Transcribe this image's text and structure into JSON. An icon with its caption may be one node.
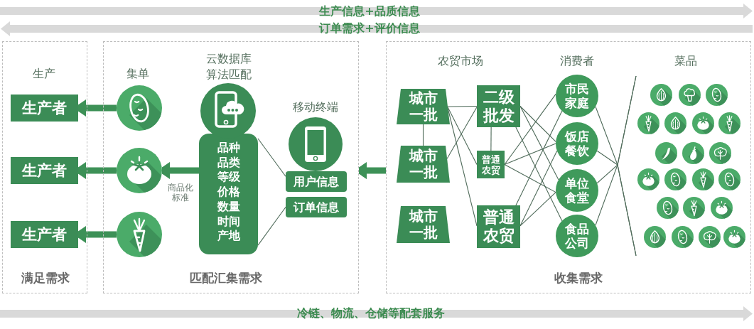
{
  "diagram": {
    "nodes": [
      {
        "text": [
          "满足需求"
        ]
      },
      {
        "text": [
          "生产者"
        ],
        "in": 0
      },
      {
        "text": [
          "生产者"
        ],
        "in": 0
      },
      {
        "text": [
          "生产者"
        ],
        "in": 0
      },
      {
        "text": [
          "匹配汇集需求"
        ]
      },
      {
        "text": [],
        "shape": "picture",
        "in": 4
      },
      {
        "text": [],
        "shape": "picture",
        "in": 4
      },
      {
        "text": [],
        "shape": "picture",
        "in": 4
      },
      {
        "text": [
          "云数据库算法匹配",
          "品种",
          "品类",
          "等级",
          "价格",
          "数量",
          "时间",
          "产地"
        ],
        "in": 4
      },
      {
        "text": [
          "移动终端"
        ],
        "in": 4
      },
      {
        "text": [
          "用户信息"
        ],
        "in": 4
      },
      {
        "text": [
          "订单信息"
        ],
        "in": 4
      },
      {
        "text": [
          "收集需求"
        ]
      },
      {
        "text": [
          "城市一批"
        ],
        "in": 12
      },
      {
        "text": [
          "城市一批"
        ],
        "in": 12
      },
      {
        "text": [
          "城市一批"
        ],
        "in": 12
      },
      {
        "text": [
          "二级批发"
        ],
        "in": 12
      },
      {
        "text": [
          "普通农贸"
        ],
        "in": 12
      },
      {
        "text": [
          "普通农贸"
        ],
        "in": 12
      },
      {
        "text": [
          "市民家庭"
        ],
        "in": 12
      },
      {
        "text": [
          "饭店餐饮"
        ],
        "in": 12
      },
      {
        "text": [
          "单位食堂"
        ],
        "in": 12
      },
      {
        "text": [
          "食品公司"
        ],
        "in": 12
      },
      {
        "text": [
          "菜品"
        ],
        "in": 12
      }
    ],
    "edges": [
      {
        "from": 5,
        "to": 1,
        "arrow": "to",
        "style": "thick",
        "color": "#3d9157"
      },
      {
        "from": 6,
        "to": 2,
        "arrow": "to",
        "style": "thick",
        "color": "#3d9157"
      },
      {
        "from": 7,
        "to": 3,
        "arrow": "to",
        "style": "thick",
        "color": "#3d9157"
      },
      {
        "from": 8,
        "to": 6,
        "arrow": "to",
        "style": "thick",
        "color": "#3d9157",
        "label": "商品化标准"
      },
      {
        "from": 8,
        "to": 10,
        "arrow": "none"
      },
      {
        "from": 8,
        "to": 11,
        "arrow": "none"
      },
      {
        "from": 12,
        "to": 4,
        "arrow": "to",
        "style": "thick",
        "color": "#3d9157"
      },
      {
        "from": 13,
        "to": 14,
        "arrow": "none"
      },
      {
        "from": 13,
        "to": 16,
        "arrow": "none"
      },
      {
        "from": 13,
        "to": 17,
        "arrow": "none"
      },
      {
        "from": 13,
        "to": 18,
        "arrow": "none"
      },
      {
        "from": 14,
        "to": 16,
        "arrow": "none"
      },
      {
        "from": 16,
        "to": 17,
        "arrow": "none"
      },
      {
        "from": 16,
        "to": 20,
        "arrow": "none"
      },
      {
        "from": 16,
        "to": 21,
        "arrow": "none"
      },
      {
        "from": 16,
        "to": 22,
        "arrow": "none"
      },
      {
        "from": 17,
        "to": 19,
        "arrow": "none"
      },
      {
        "from": 17,
        "to": 20,
        "arrow": "none"
      },
      {
        "from": 17,
        "to": 21,
        "arrow": "none"
      },
      {
        "from": 18,
        "to": 19,
        "arrow": "none"
      },
      {
        "from": 18,
        "to": 20,
        "arrow": "none"
      },
      {
        "from": 18,
        "to": 21,
        "arrow": "none"
      },
      {
        "from": 19,
        "to": 23,
        "arrow": "none"
      },
      {
        "from": 20,
        "to": 23,
        "arrow": "none"
      },
      {
        "from": 21,
        "to": 23,
        "arrow": "none"
      },
      {
        "from": 22,
        "to": 23,
        "arrow": "none"
      }
    ],
    "labels": [
      "生产信息+品质信息",
      "订单需求+评价信息",
      "生产",
      "集单",
      "农贸市场",
      "消费者",
      "冷链、物流、仓储等配套服务"
    ]
  }
}
